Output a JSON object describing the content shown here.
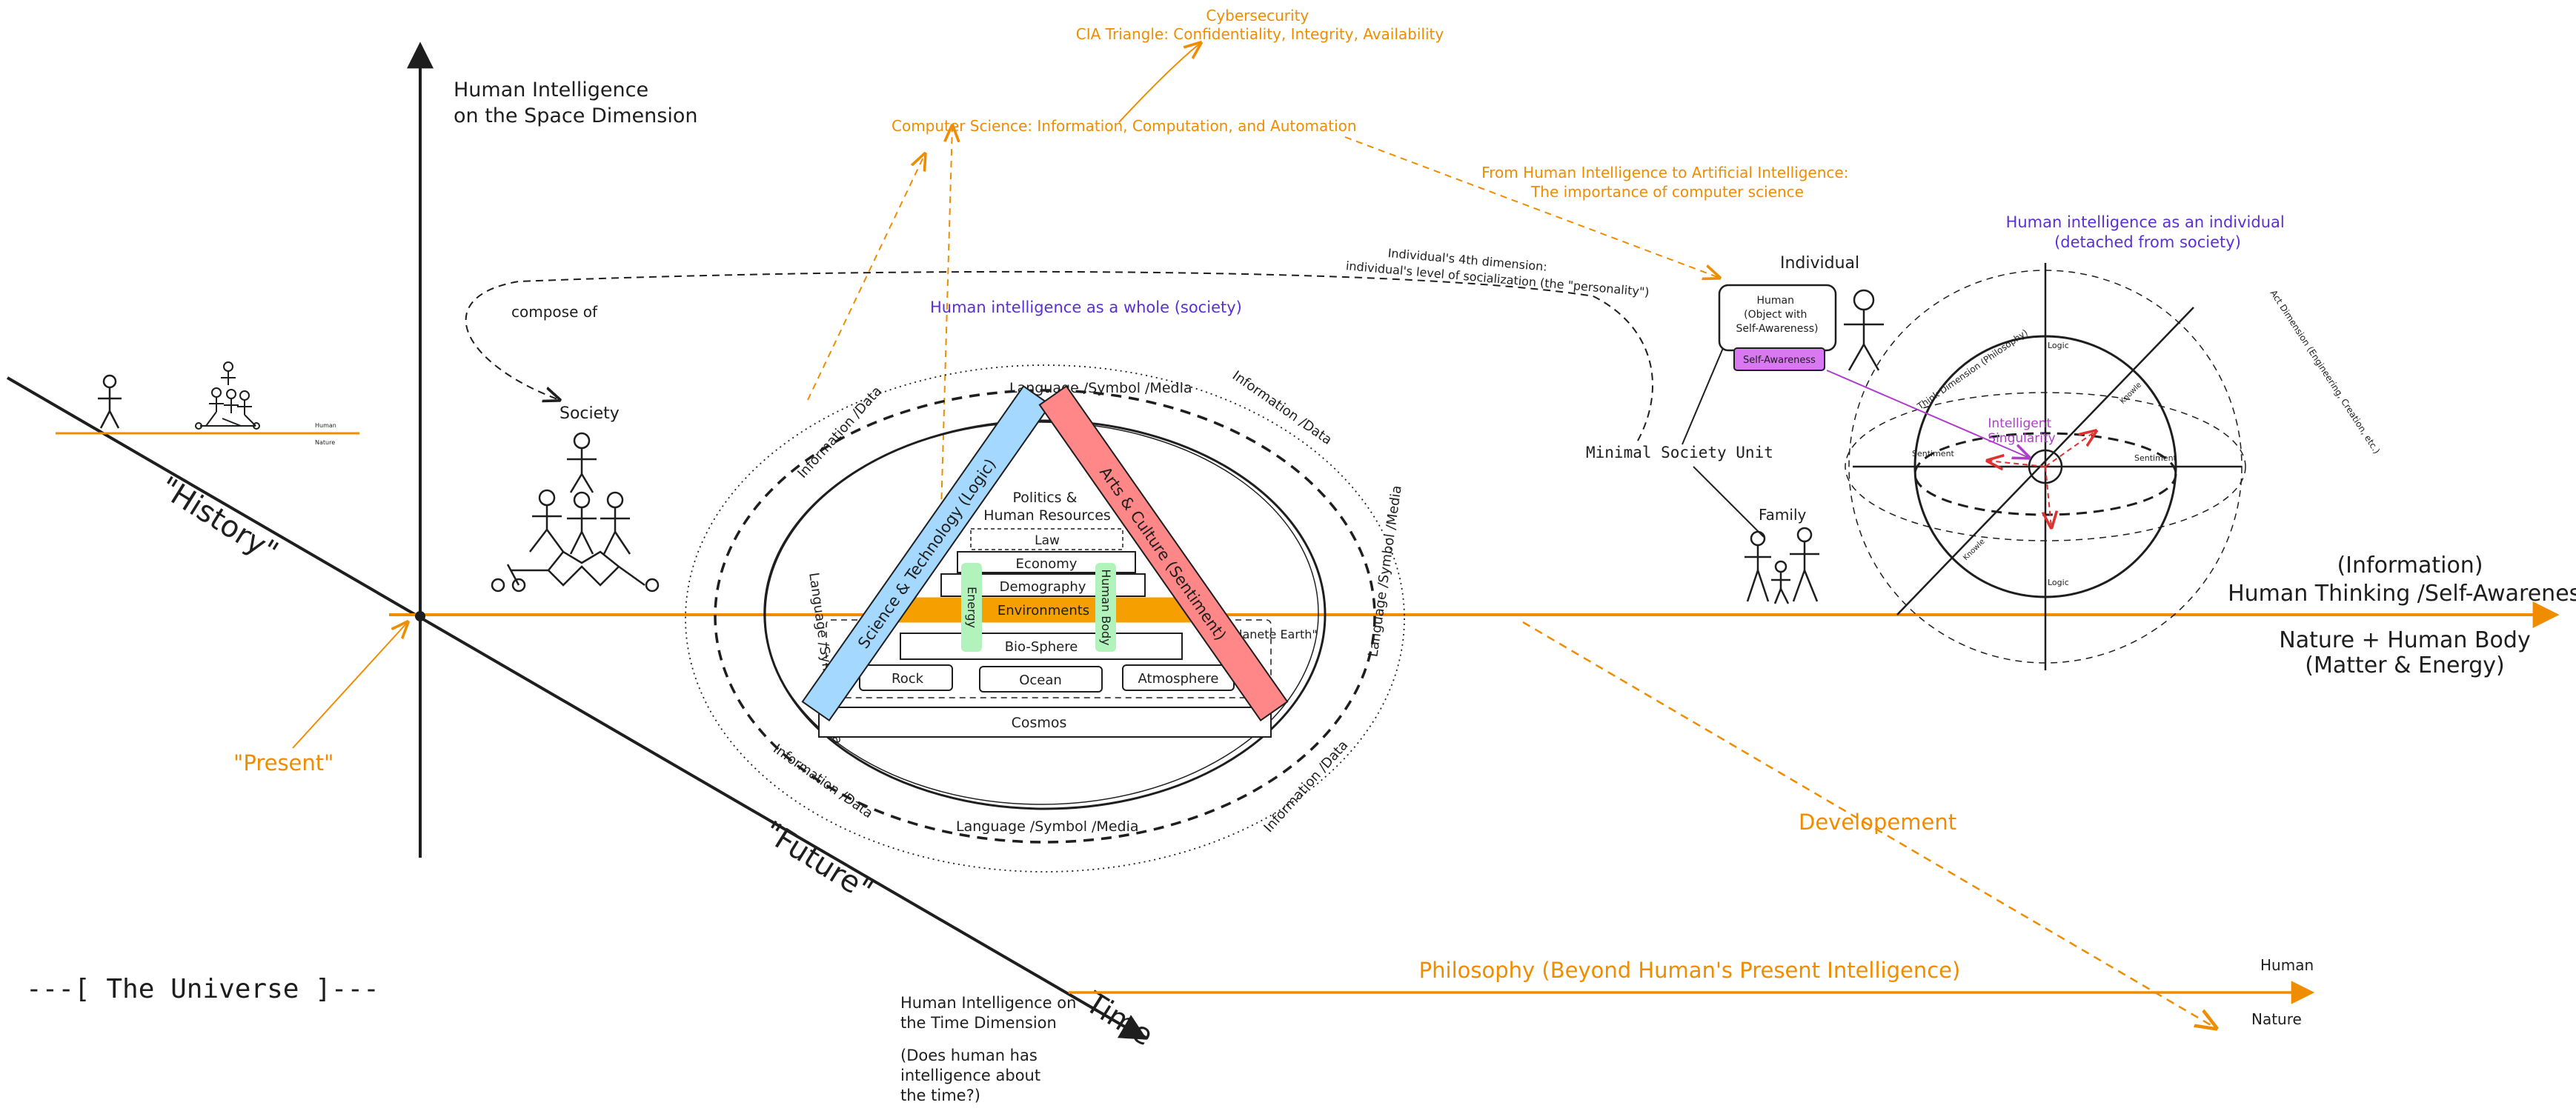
{
  "colors": {
    "ink": "#1e1e1e",
    "orange": "#f08c00",
    "purple": "#5b2fd6",
    "violet": "#ae3ec9",
    "red": "#e03131",
    "blue_bar": "#a5d8ff",
    "red_bar": "#ff8787",
    "green_bar": "#b2f2bb",
    "orange_band": "#f59f00",
    "magenta_box": "#da77f2"
  },
  "axes": {
    "space_axis_title_line1": "Human Intelligence",
    "space_axis_title_line2": "on the Space Dimension",
    "history_label": "\"History\"",
    "future_label": "\"Future\"",
    "time_label": "Time",
    "present_label": "\"Present\"",
    "universe_label": "---[ The Universe ]---",
    "time_dim_line1": "Human Intelligence on",
    "time_dim_line2": "the Time Dimension",
    "time_dim_q1": "(Does human has",
    "time_dim_q2": "intelligence about",
    "time_dim_q3": "the time?)",
    "info_label": "(Information)",
    "thinking_label": "Human Thinking /Self-Awareness",
    "nature_body_label": "Nature + Human Body",
    "matter_energy_label": "(Matter & Energy)",
    "mini_human": "Human",
    "mini_nature": "Nature"
  },
  "top": {
    "cyber_line1": "Cybersecurity",
    "cyber_line2": "CIA Triangle: Confidentiality, Integrity, Availability",
    "cs_label": "Computer Science: Information, Computation, and Automation",
    "hi_to_ai_line1": "From Human Intelligence to Artificial Intelligence:",
    "hi_to_ai_line2": "The importance of computer science"
  },
  "society": {
    "compose_of": "compose of",
    "society_label": "Society",
    "whole_label": "Human intelligence as a whole (society)",
    "info_data": "Information /Data",
    "lang_symbol_media": "Language /Symbol /Media",
    "individual_4th_line1": "Individual's 4th dimension:",
    "individual_4th_line2": "individual's level of socialization (the \"personality\")",
    "minimal_unit": "Minimal Society Unit",
    "family_label": "Family"
  },
  "pyramid": {
    "politics_line1": "Politics &",
    "politics_line2": "Human Resources",
    "law": "Law",
    "economy": "Economy",
    "demography": "Demography",
    "environments": "Environments",
    "planet_earth": "\"Planete Earth\"",
    "bio_sphere": "Bio-Sphere",
    "rock": "Rock",
    "ocean": "Ocean",
    "atmosphere": "Atmosphere",
    "cosmos": "Cosmos",
    "science_bar": "Science & Technology (Logic)",
    "arts_bar": "Arts & Culture (Sentiment)",
    "energy_bar": "Energy",
    "human_body_bar": "Human Body"
  },
  "individual": {
    "individual_label": "Individual",
    "human_line1": "Human",
    "human_line2": "(Object with",
    "human_line3": "Self-Awareness)",
    "self_awareness": "Self-Awareness",
    "as_individual_line1": "Human intelligence as an individual",
    "as_individual_line2": "(detached from society)",
    "singularity_line1": "Intelligent",
    "singularity_line2": "Singularity",
    "think_dimension": "Think Dimension (Philosophy)",
    "act_dimension": "Act Dimension (Engineering, Creation, etc.)",
    "logic": "Logic",
    "sentiment": "Sentiment",
    "knowledge": "Knowle"
  },
  "bottom": {
    "developement": "Developement",
    "philosophy": "Philosophy (Beyond Human's Present Intelligence)",
    "human": "Human",
    "nature": "Nature"
  }
}
